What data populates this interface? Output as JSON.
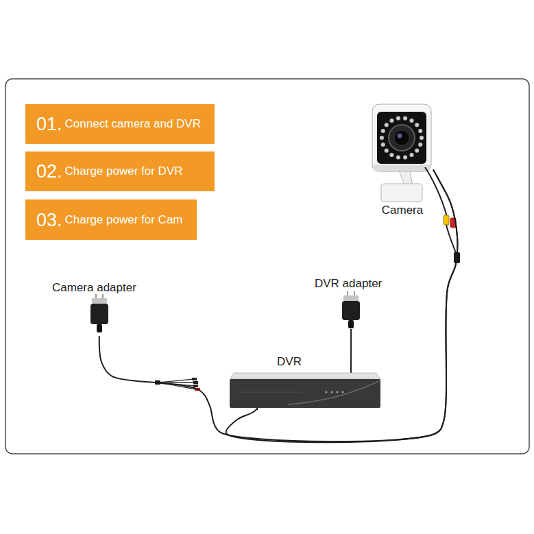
{
  "diagram": {
    "nodes": [
      {
        "text": [
          "01.",
          "Connect camera and DVR"
        ]
      },
      {
        "text": [
          "02.",
          "Charge power for DVR"
        ]
      },
      {
        "text": [
          "03.",
          "Charge power for Cam"
        ]
      },
      {
        "text": [
          "Camera"
        ]
      },
      {
        "text": [
          "Camera adapter"
        ]
      },
      {
        "text": [
          "DVR adapter"
        ]
      },
      {
        "text": [
          "DVR"
        ]
      }
    ],
    "edges": [
      {
        "from": 3,
        "to": 6,
        "arrow": "none"
      },
      {
        "from": 4,
        "to": 3,
        "arrow": "none"
      },
      {
        "from": 5,
        "to": 6,
        "arrow": "none"
      }
    ]
  }
}
